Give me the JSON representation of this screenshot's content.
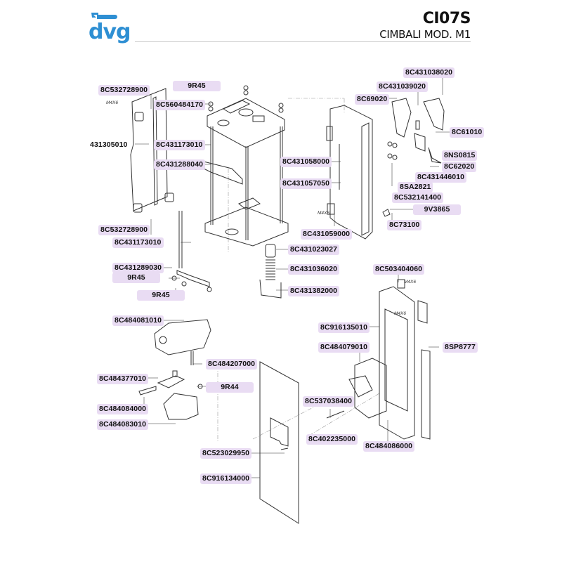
{
  "header": {
    "brand": "dvg",
    "model_code": "CI07S",
    "model_name": "CIMBALI MOD. M1",
    "brand_color": "#2e8fd3",
    "label_bg_color": "#e9dcf3"
  },
  "labels": {
    "l01": "8C532728900",
    "l02": "9R45",
    "l03": "8C560484170",
    "l04": "431305010",
    "l05": "8C431173010",
    "l06": "8C431288040",
    "l07": "8C431058000",
    "l08": "8C431057050",
    "l09": "8C532728900",
    "l10": "8C431173010",
    "l11": "8C431059000",
    "l12": "8C431023027",
    "l13": "8C431289030",
    "l14": "9R45",
    "l15": "8C431036020",
    "l16": "9R45",
    "l17": "8C431382000",
    "l18": "8C431038020",
    "l19": "8C431039020",
    "l20": "8C69020",
    "l21": "8C61010",
    "l22": "8NS0815",
    "l23": "8C62020",
    "l24": "8C431446010",
    "l25": "8SA2821",
    "l26": "8C532141400",
    "l27": "9V3865",
    "l28": "8C73100",
    "l29": "8C503404060",
    "l30": "8C916135010",
    "l31": "8C484079010",
    "l32": "8SP8777",
    "l33": "8C484081010",
    "l34": "8C484207000",
    "l35": "8C484377010",
    "l36": "9R44",
    "l37": "8C484084000",
    "l38": "8C537038400",
    "l39": "8C484083010",
    "l40": "8C402235000",
    "l41": "8C484086000",
    "l42": "8C523029950",
    "l43": "8C916134000"
  },
  "annotations": {
    "screw1": "M4X6",
    "screw2": "M4X6",
    "screw3": "M4X6",
    "screw4": "M4X6"
  }
}
